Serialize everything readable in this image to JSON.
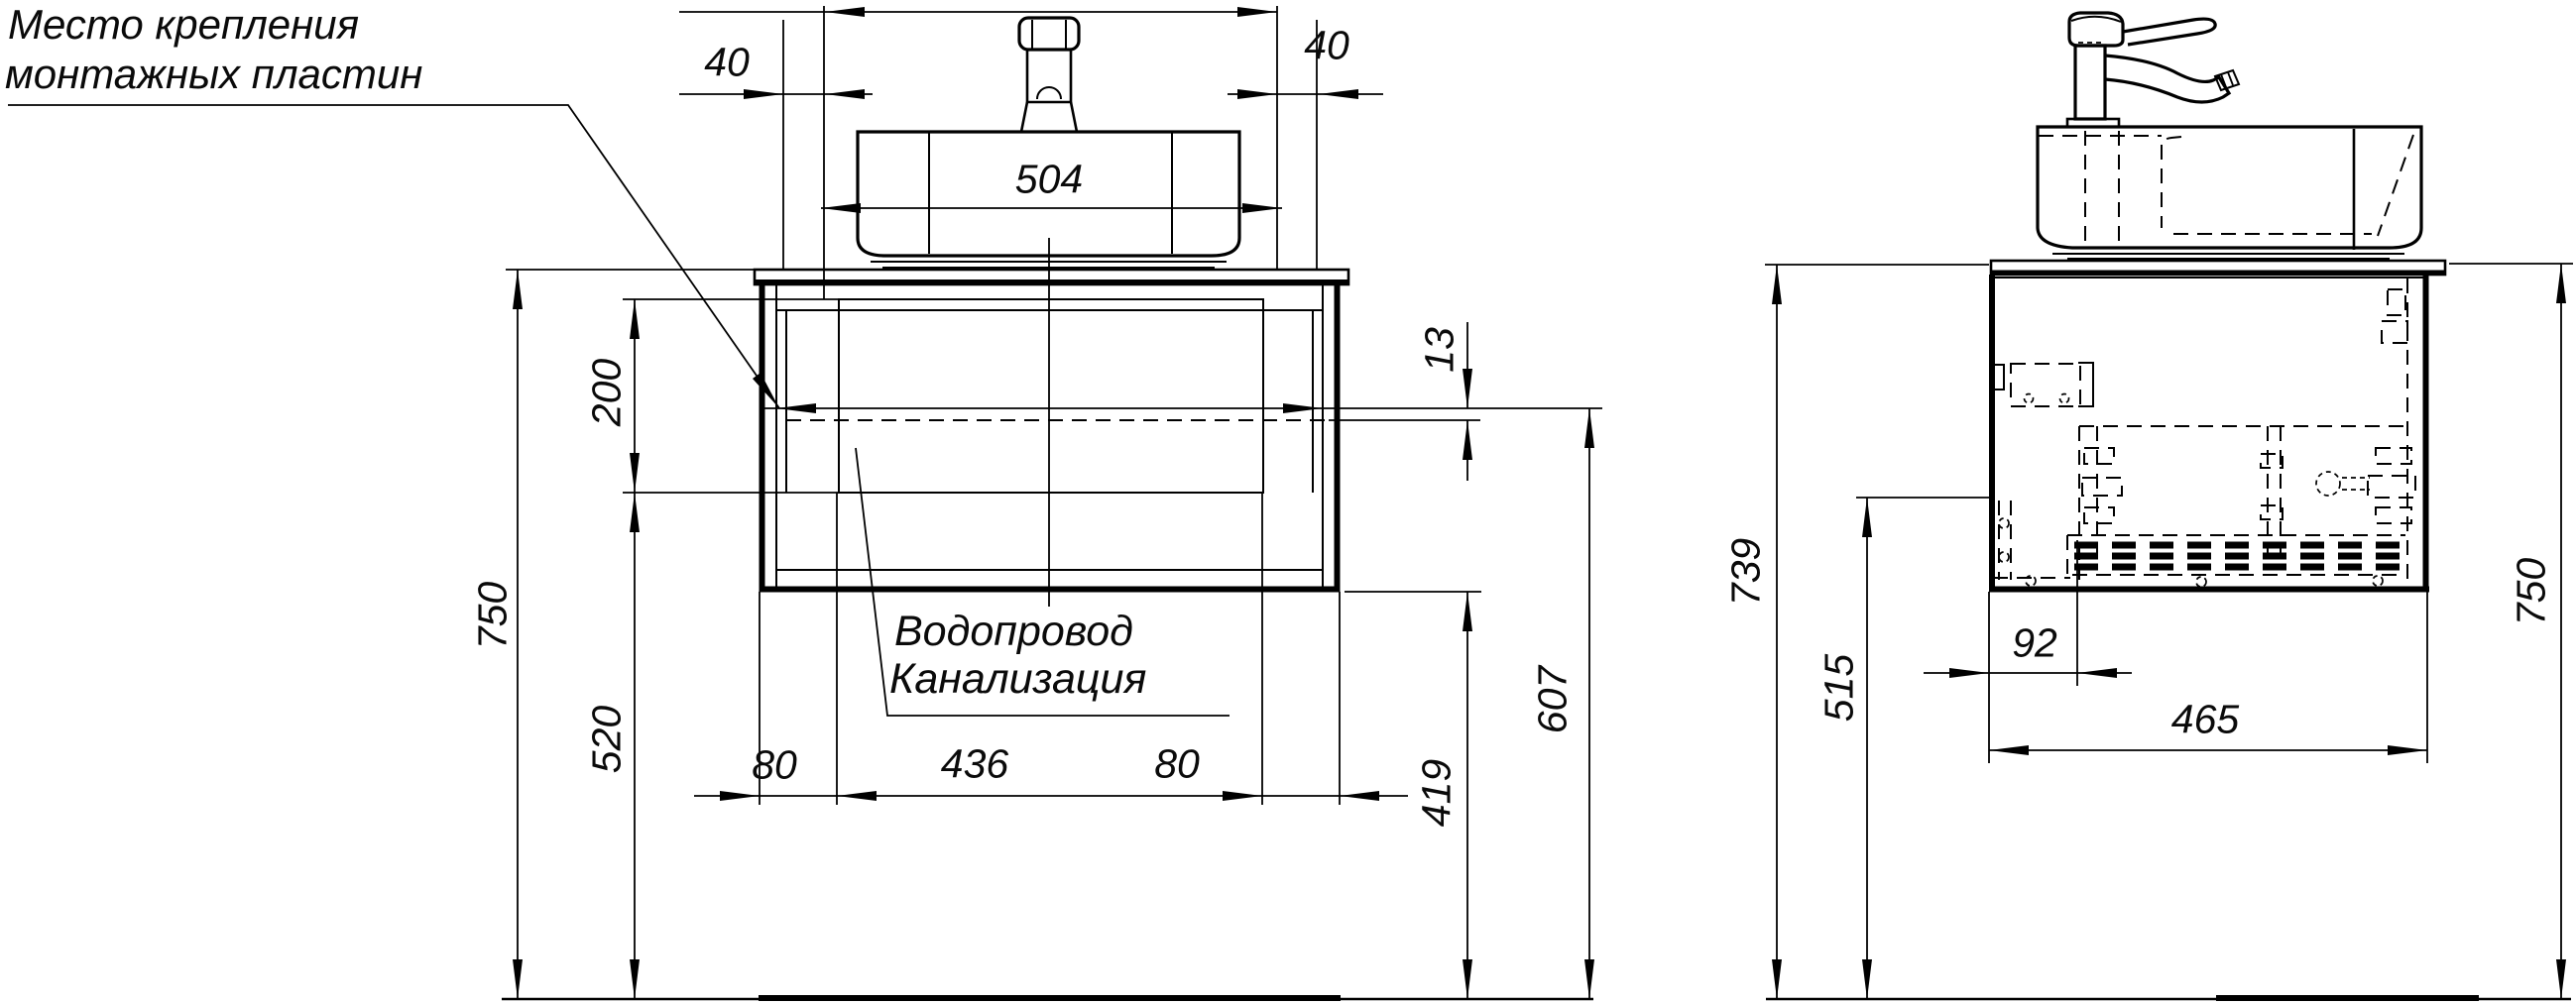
{
  "callout": {
    "line1": "Место крепления",
    "line2": "монтажных пластин"
  },
  "front_view": {
    "dims": {
      "offset_left": "40",
      "sink_width": "504",
      "offset_right": "40",
      "plate_height": "200",
      "total_height": "750",
      "under_plate_height": "520",
      "plate_gap": "13",
      "margin_left": "80",
      "opening_width": "436",
      "margin_right": "80",
      "floor_to_bottom": "419",
      "floor_to_plate": "607"
    },
    "notes": {
      "water": "Водопровод",
      "sewer": "Канализация"
    }
  },
  "side_view": {
    "dims": {
      "floor_to_top": "739",
      "floor_to_line": "515",
      "back_offset": "92",
      "depth": "465",
      "total_height": "750"
    }
  },
  "colors": {
    "line": "#000000",
    "background": "#ffffff"
  }
}
